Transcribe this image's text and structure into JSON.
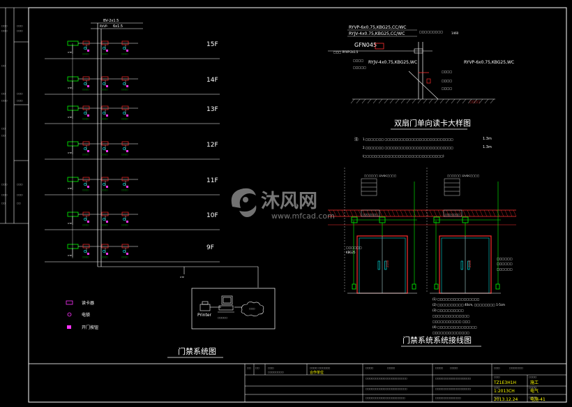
{
  "riser": {
    "cable_top_1": "BV-2x1.5",
    "cable_top_2_prefix": "RVVP-",
    "cable_top_2": "6x1.5",
    "floors": [
      "15F",
      "14F",
      "13F",
      "12F",
      "11F",
      "10F",
      "9F"
    ]
  },
  "door_detail": {
    "title": "双扇门单向读卡大样图",
    "cable_1": "RYVP-6x0.75,KBG25,CC/WC",
    "cable_2": "RYJV-4x0.75,KBG25,CC/WC",
    "cable_3": "GFN045",
    "cable_4": "RYJV-4x0.75,KBG25,WC",
    "cable_5": "RYVP-6x0.75,KBG25,WC",
    "height_label": "1460",
    "note_prefix": "注:",
    "note_dim_1": "1.3m",
    "note_dim_2": "1.3m"
  },
  "wiring_title": "门禁系统系统接线图",
  "system_title": "门禁系统图",
  "legend": [
    {
      "label": "读卡器",
      "symbol": "reader",
      "color": "#ff33ff"
    },
    {
      "label": "电锁",
      "symbol": "lock",
      "color": "#ff33ff"
    },
    {
      "label": "开门按钮",
      "symbol": "button",
      "color": "#ff33ff"
    }
  ],
  "workstation": {
    "printer_label": "Printer"
  },
  "watermark": {
    "brand": "沐风网",
    "url": "www.mfcad.com"
  },
  "title_block": {
    "project_label": "合作单位",
    "drawing_no": "TZ1E3H1H",
    "scale": "1:2013CH",
    "date": "2013.12.24",
    "stage": "施工",
    "discipline": "电气",
    "sheet": "电施-41"
  },
  "colors": {
    "background": "#000000",
    "frame": "#ffffff",
    "device": "#00ff00",
    "accent_red": "#ff3030",
    "cyan": "#00ffff",
    "magenta": "#ff33ff",
    "yellow": "#ffff00"
  }
}
